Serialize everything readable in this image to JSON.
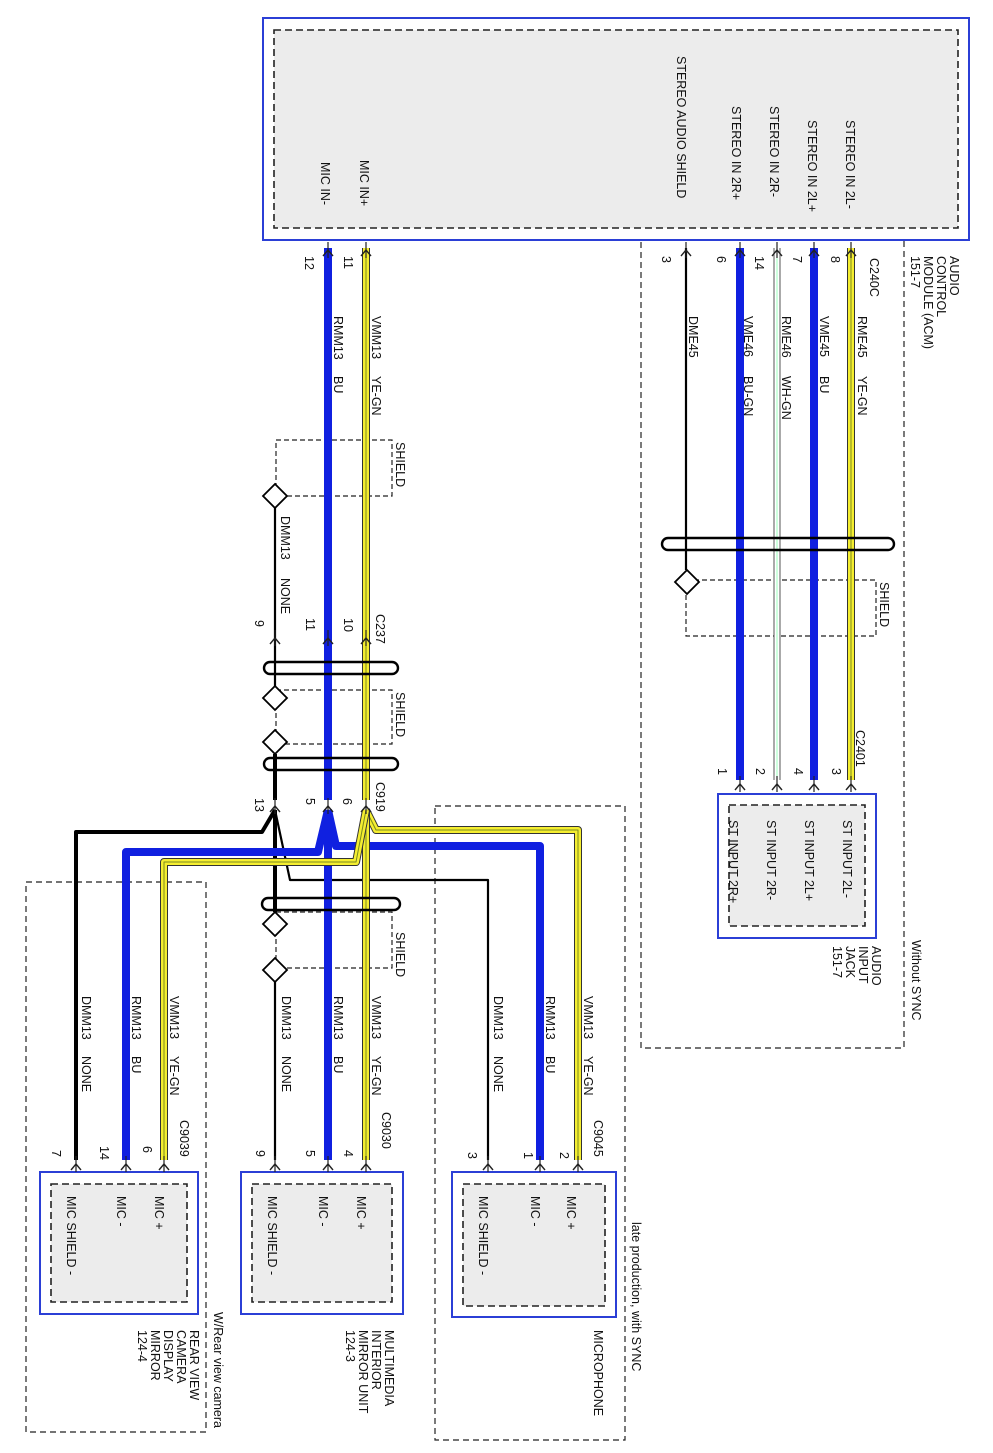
{
  "colors": {
    "blue": "#1020e0",
    "yellow": "#f5ee30",
    "black": "#000000",
    "white": "#ffffff",
    "module_border": "#2b3fd6",
    "module_fill": "#ececec"
  },
  "acm": {
    "pins": [
      "STEREO IN 2L-",
      "STEREO IN 2L+",
      "STEREO IN 2R-",
      "STEREO IN 2R+",
      "STEREO AUDIO SHIELD",
      "MIC IN+",
      "MIC IN-"
    ],
    "title_lines": [
      "AUDIO",
      "CONTROL",
      "MODULE (ACM)",
      "151-7"
    ],
    "connector": "C240C",
    "pin_numbers": [
      "8",
      "7",
      "14",
      "6",
      "3",
      "11",
      "12"
    ]
  },
  "without_sync": {
    "label": "Without SYNC"
  },
  "upper_wires": {
    "rme45": {
      "circuit": "RME45",
      "color": "YE-GN"
    },
    "vme45": {
      "circuit": "VME45",
      "color": "BU"
    },
    "rme46": {
      "circuit": "RME46",
      "color": "WH-GN"
    },
    "vme46": {
      "circuit": "VME46",
      "color": "BU-GN"
    },
    "dme45": {
      "circuit": "DME45"
    },
    "vmm13": {
      "circuit": "VMM13",
      "color": "YE-GN"
    },
    "rmm13": {
      "circuit": "RMM13",
      "color": "BU"
    },
    "dmm13": {
      "circuit": "DMM13",
      "color": "NONE"
    }
  },
  "shield_label": "SHIELD",
  "c2401": {
    "name": "C2401",
    "pins": [
      "3",
      "4",
      "2",
      "1"
    ]
  },
  "input_jack": {
    "pins": [
      "ST INPUT 2L-",
      "ST INPUT 2L+",
      "ST INPUT 2R-",
      "ST INPUT 2R+"
    ],
    "title_lines": [
      "AUDIO",
      "INPUT",
      "JACK",
      "151-7"
    ]
  },
  "c237": {
    "name": "C237",
    "pins": [
      "10",
      "11",
      "9"
    ]
  },
  "c919": {
    "name": "C919",
    "pins": [
      "6",
      "5",
      "13"
    ]
  },
  "microphone": {
    "wires": [
      {
        "circuit": "VMM13",
        "color": "YE-GN"
      },
      {
        "circuit": "RMM13",
        "color": "BU"
      },
      {
        "circuit": "DMM13",
        "color": "NONE"
      }
    ],
    "connector": "C9045",
    "pin_numbers": [
      "2",
      "1",
      "3"
    ],
    "pins": [
      "MIC +",
      "MIC -",
      "MIC SHIELD -"
    ],
    "title": "MICROPHONE",
    "note": "late production, with SYNC"
  },
  "mirror": {
    "wires": [
      {
        "circuit": "VMM13",
        "color": "YE-GN"
      },
      {
        "circuit": "RMM13",
        "color": "BU"
      },
      {
        "circuit": "DMM13",
        "color": "NONE"
      }
    ],
    "connector": "C9030",
    "pin_numbers": [
      "4",
      "5",
      "9"
    ],
    "pins": [
      "MIC +",
      "MIC -",
      "MIC SHIELD -"
    ],
    "title_lines": [
      "MULTIMEDIA",
      "INTERIOR",
      "MIRROR UNIT",
      "124-3"
    ]
  },
  "camera": {
    "wires": [
      {
        "circuit": "VMM13",
        "color": "YE-GN"
      },
      {
        "circuit": "RMM13",
        "color": "BU"
      },
      {
        "circuit": "DMM13",
        "color": "NONE"
      }
    ],
    "connector": "C9039",
    "pin_numbers": [
      "6",
      "14",
      "7"
    ],
    "pins": [
      "MIC +",
      "MIC -",
      "MIC SHIELD -"
    ],
    "title_lines": [
      "REAR VIEW",
      "CAMERA",
      "DISPLAY",
      "MIRROR",
      "124-4"
    ],
    "note": "W/Rear view camera"
  }
}
